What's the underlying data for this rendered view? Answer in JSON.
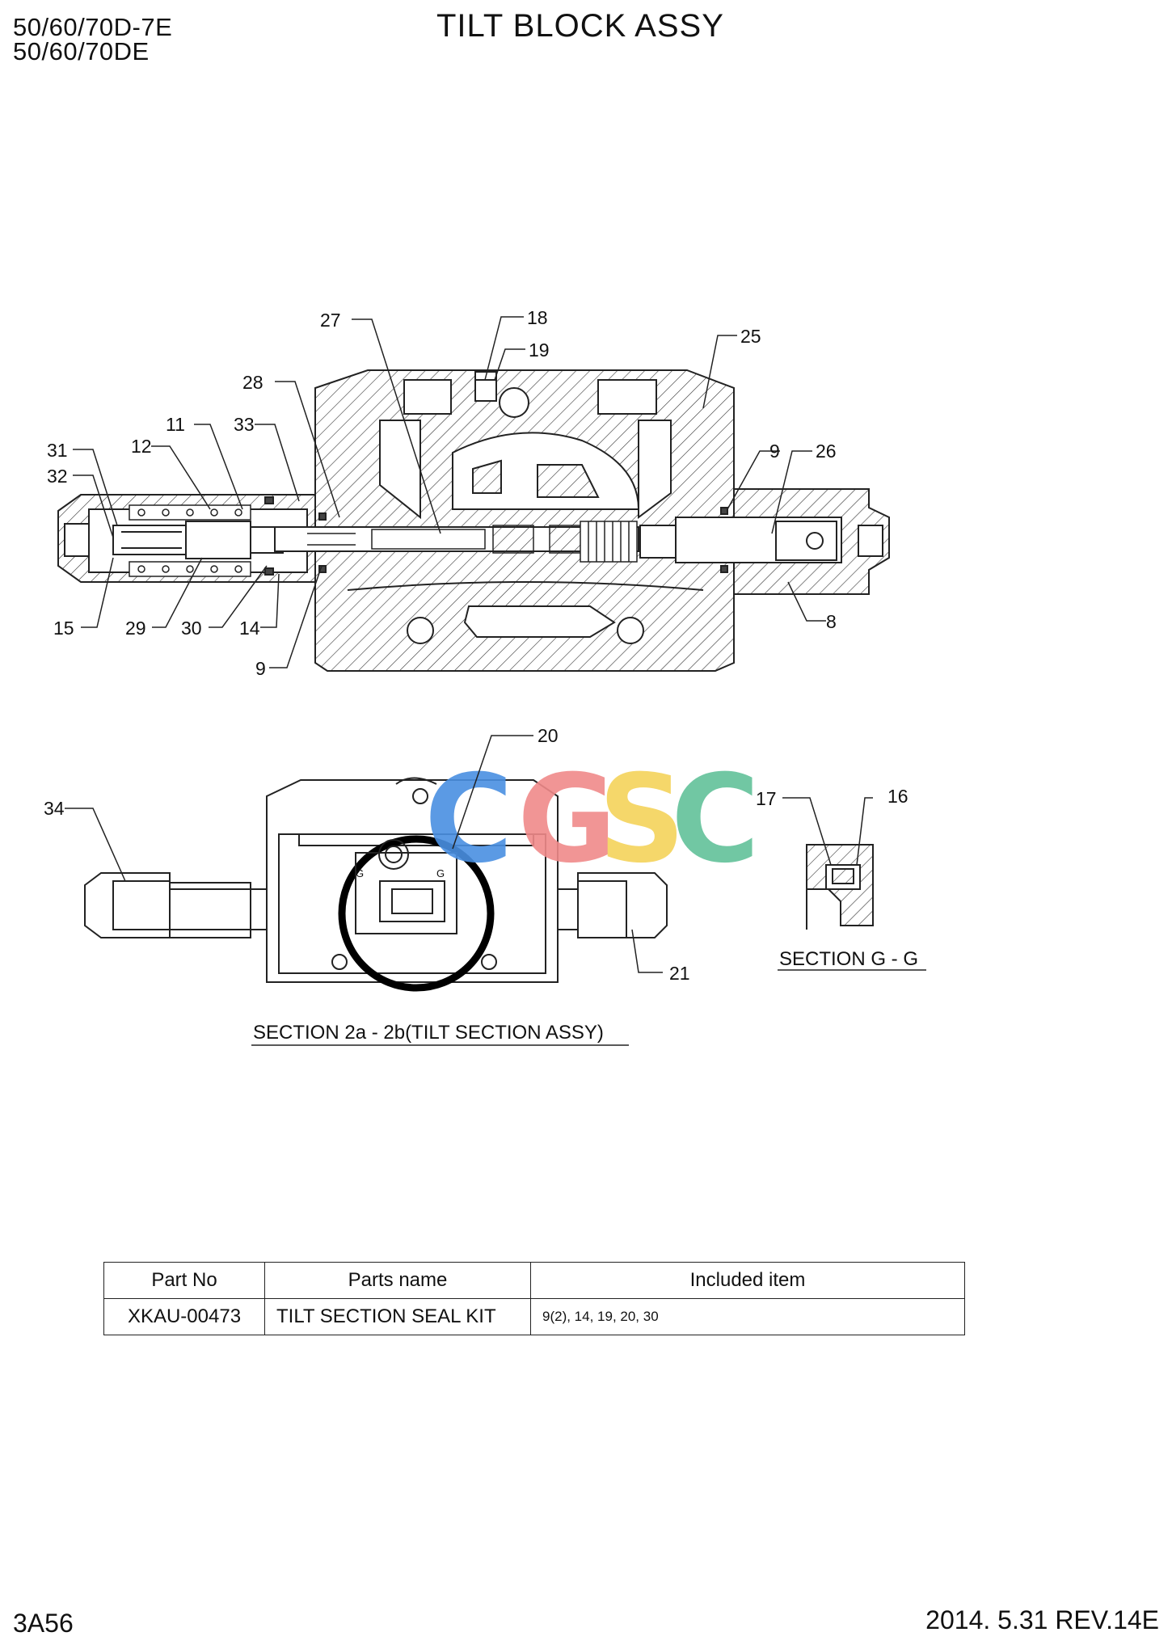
{
  "header": {
    "model_lines": [
      "50/60/70D-7E",
      "50/60/70DE"
    ],
    "title": "TILT BLOCK ASSY"
  },
  "diagram": {
    "main_view_callouts": [
      "27",
      "18",
      "19",
      "25",
      "28",
      "11",
      "33",
      "31",
      "12",
      "32",
      "9",
      "26",
      "15",
      "29",
      "30",
      "14",
      "9",
      "8"
    ],
    "section_view_callouts": [
      "20",
      "34",
      "17",
      "16",
      "21"
    ],
    "section_2a_label": "SECTION 2a - 2b(TILT SECTION ASSY)",
    "section_gg_label": "SECTION G - G",
    "g_marks": [
      "G",
      "G"
    ]
  },
  "watermark": {
    "letters": [
      "C",
      "G",
      "S",
      "C"
    ],
    "colors": [
      "#4a90e2",
      "#f08a8a",
      "#f5d35a",
      "#62c29a"
    ]
  },
  "parts_table": {
    "headers": [
      "Part No",
      "Parts name",
      "Included item"
    ],
    "rows": [
      [
        "XKAU-00473",
        "TILT SECTION SEAL KIT",
        "9(2), 14, 19, 20, 30"
      ]
    ]
  },
  "footer": {
    "page_code": "3A56",
    "revision": "2014. 5.31  REV.14E"
  }
}
